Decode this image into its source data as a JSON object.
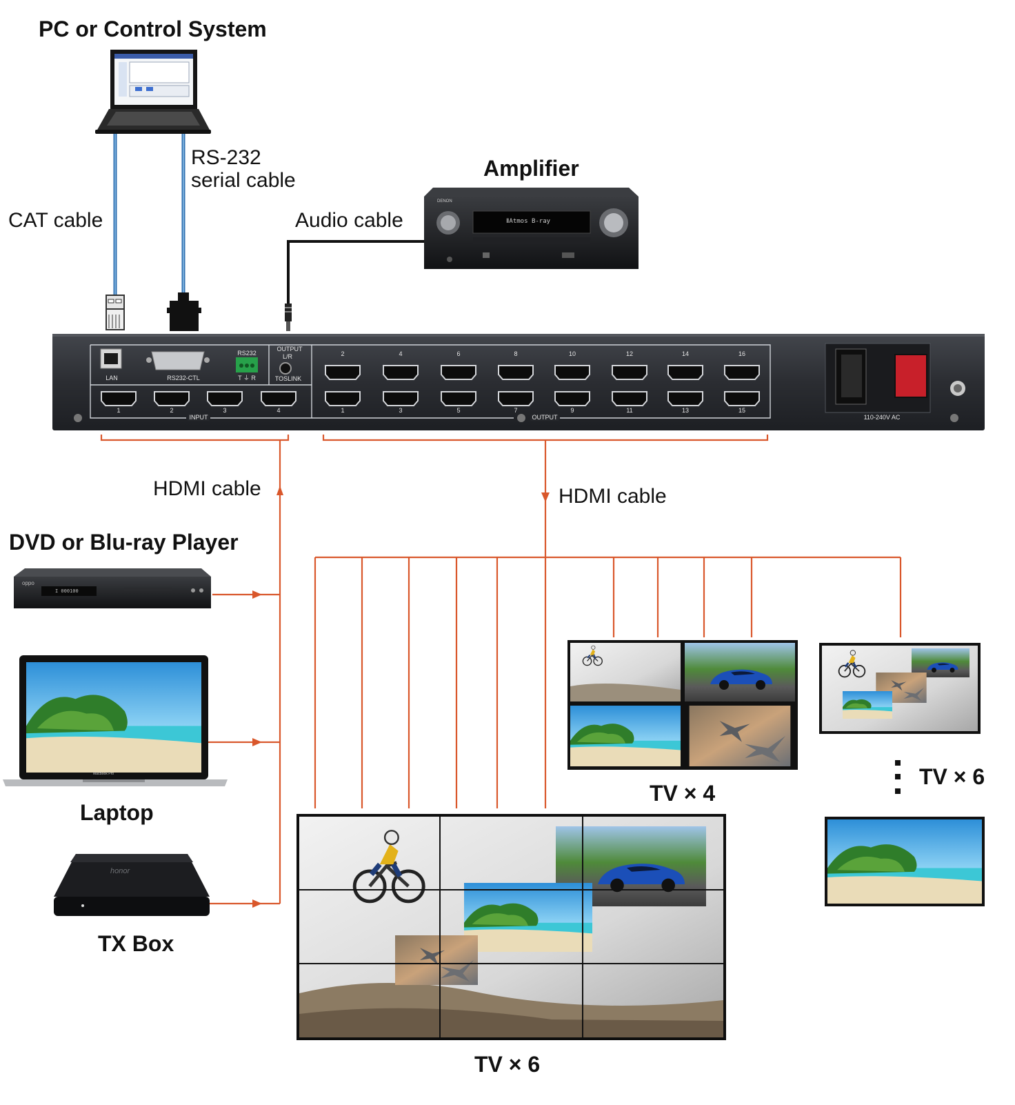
{
  "labels": {
    "pc": "PC or Control System",
    "rs232": "RS-232",
    "serial_cable": "serial cable",
    "cat_cable": "CAT cable",
    "amplifier": "Amplifier",
    "audio_cable": "Audio cable",
    "hdmi_in": "HDMI cable",
    "hdmi_out": "HDMI cable",
    "dvd": "DVD or Blu-ray Player",
    "laptop": "Laptop",
    "txbox": "TX Box",
    "tv4": "TV × 4",
    "tv6_right": "TV × 6",
    "tv6_bottom": "TV × 6"
  },
  "matrix": {
    "lan": "LAN",
    "rs232ctl": "RS232-CTL",
    "rs232": "RS232",
    "tr": "T ⏚ R",
    "output_lr": "OUTPUT",
    "lr": "L/R",
    "toslink": "TOSLINK",
    "input_title": "INPUT",
    "output_title": "OUTPUT",
    "power": "110-240V AC",
    "input_ports": [
      "1",
      "2",
      "3",
      "4"
    ],
    "output_top": [
      "2",
      "4",
      "6",
      "8",
      "10",
      "12",
      "14",
      "16"
    ],
    "output_bottom": [
      "1",
      "3",
      "5",
      "7",
      "9",
      "11",
      "13",
      "15"
    ]
  },
  "devices": {
    "amp_brand": "DENON",
    "amp_display": "ⅡAtmos  B-ray",
    "dvd_brand": "oppo",
    "dvd_display": "I 000100",
    "laptop_model": "MacBook Pro",
    "txbox_brand": "honor"
  },
  "colors": {
    "hdmi_line": "#d9572b",
    "cat_cable": "#2f6fb0",
    "chassis": "#2c2e33",
    "panel_line": "#cfd3d8"
  },
  "icons": [
    "laptop-icon",
    "rj45-plug-icon",
    "db9-plug-icon",
    "audio-jack-icon",
    "amplifier-icon",
    "hdmi-port-icon",
    "power-socket-icon",
    "power-switch-icon",
    "ground-icon",
    "dvd-player-icon",
    "tv-box-icon",
    "tv-screen-icon"
  ]
}
